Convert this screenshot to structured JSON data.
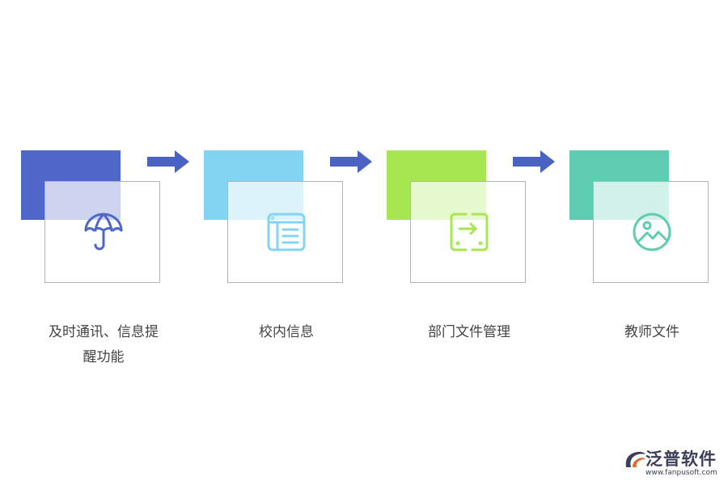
{
  "steps": [
    {
      "label": "及时通讯、信息提醒功能",
      "color": "#4f67c8",
      "icon": "umbrella-icon"
    },
    {
      "label": "校内信息",
      "color": "#83d4f3",
      "icon": "list-window-icon"
    },
    {
      "label": "部门文件管理",
      "color": "#a6e650",
      "icon": "transfer-icon"
    },
    {
      "label": "教师文件",
      "color": "#5ecdb1",
      "icon": "image-circle-icon"
    }
  ],
  "arrow_color": "#4a63c2",
  "logo": {
    "brand": "泛普软件",
    "url": "www.fanpusoft.com"
  }
}
